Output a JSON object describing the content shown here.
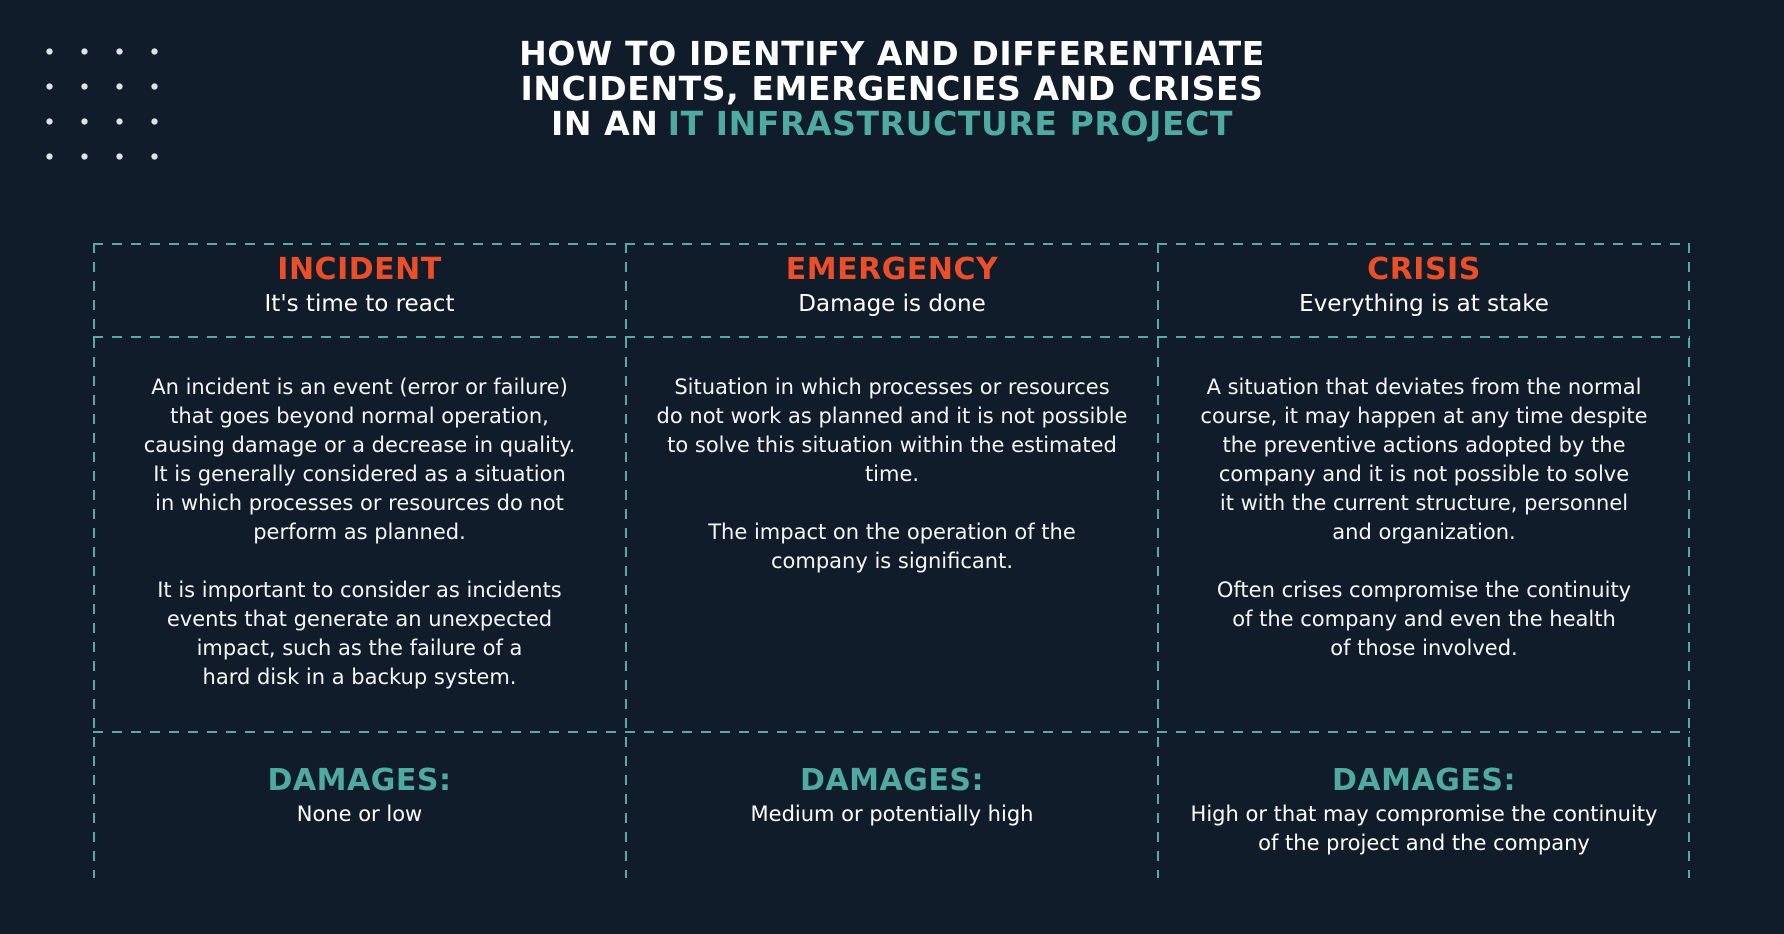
{
  "theme": {
    "background": "#111c2a",
    "orange": "#ec4f28",
    "teal": "#4faaa2",
    "dash": "#55aba3",
    "text": "#f3f5f6",
    "dots": "#dfe3e6"
  },
  "header": {
    "title_line1": "HOW TO IDENTIFY AND DIFFERENTIATE",
    "title_line2": "INCIDENTS, EMERGENCIES AND CRISES",
    "title_line3_prefix": "IN AN",
    "title_line3_highlight": "IT INFRASTRUCTURE PROJECT"
  },
  "columns": [
    {
      "title": "INCIDENT",
      "subtitle": "It's time to react",
      "description": "An incident is an event (error or failure)\nthat goes beyond normal operation,\ncausing damage or a decrease in quality.\nIt is generally considered as a situation\nin which processes or resources do not\nperform as planned.\n\nIt is important to consider as incidents\nevents that generate an unexpected\nimpact, such as the failure of a\nhard disk in a backup system.",
      "damages_label": "DAMAGES:",
      "damages_value": "None or low"
    },
    {
      "title": "EMERGENCY",
      "subtitle": "Damage is done",
      "description": "Situation in which processes or resources\ndo not work as planned and it is not possible\nto solve this situation within the estimated\ntime.\n\nThe impact on the operation of the\ncompany is significant.",
      "damages_label": "DAMAGES:",
      "damages_value": "Medium or potentially high"
    },
    {
      "title": "CRISIS",
      "subtitle": "Everything is at stake",
      "description": "A situation that deviates from the normal\ncourse, it may happen at any time despite\nthe preventive actions adopted by the\ncompany and it is not possible to solve\nit with the current structure, personnel\nand organization.\n\nOften crises compromise the continuity\nof the company and even the health\nof those involved.",
      "damages_label": "DAMAGES:",
      "damages_value": "High or that may compromise the continuity\nof the project and the company"
    }
  ]
}
